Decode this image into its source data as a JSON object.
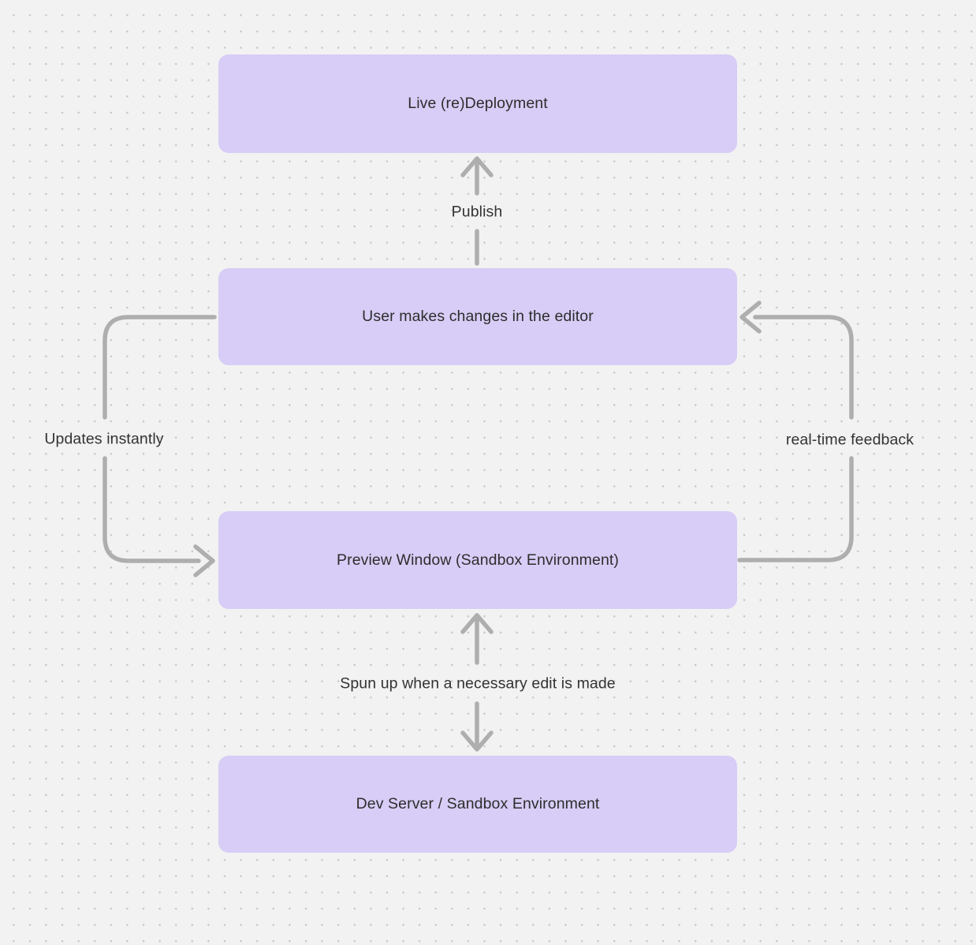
{
  "diagram": {
    "type": "flowchart",
    "nodes": [
      {
        "id": "live-redeployment",
        "label": "Live (re)Deployment"
      },
      {
        "id": "user-changes",
        "label": "User makes changes in the editor"
      },
      {
        "id": "preview-window",
        "label": "Preview Window (Sandbox Environment)"
      },
      {
        "id": "dev-server",
        "label": "Dev Server / Sandbox Environment"
      }
    ],
    "edges": [
      {
        "id": "publish",
        "label": "Publish",
        "from": "user-changes",
        "to": "live-redeployment"
      },
      {
        "id": "updates-instantly",
        "label": "Updates instantly",
        "from": "user-changes",
        "to": "preview-window"
      },
      {
        "id": "real-time-feedback",
        "label": "real-time feedback",
        "from": "preview-window",
        "to": "user-changes"
      },
      {
        "id": "spun-up",
        "label": "Spun up when a necessary edit is made",
        "from": "preview-window",
        "to": "dev-server"
      }
    ],
    "colors": {
      "canvas_background": "#f2f2f2",
      "grid_dot": "#c6c6c6",
      "node_fill": "#d8cdf6",
      "arrow_stroke": "#aeaeae",
      "node_text": "#2d2d2d",
      "label_text": "#333333"
    }
  }
}
